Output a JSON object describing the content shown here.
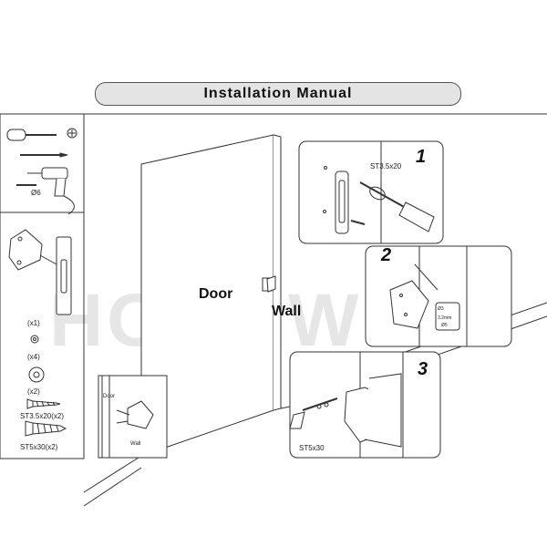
{
  "title": "Installation Manual",
  "watermark": "HOMEWINS",
  "scene": {
    "door_label": "Door",
    "wall_label": "Wall"
  },
  "tools": {
    "drill_bit_label": "Ø6"
  },
  "parts": [
    {
      "name": "latch",
      "qty": "(x1)"
    },
    {
      "name": "washer-small",
      "qty": "(x4)"
    },
    {
      "name": "washer-large",
      "qty": "(x2)"
    },
    {
      "name": "screw-st3-5x20",
      "qty": "ST3.5x20(x2)"
    },
    {
      "name": "screw-st5x30",
      "qty": "ST5x30(x2)"
    }
  ],
  "steps": [
    {
      "number": "1",
      "screw_label": "ST3.5x20"
    },
    {
      "number": "2",
      "dims": [
        "Ø3",
        "3.2mm",
        "Ø5"
      ]
    },
    {
      "number": "3",
      "screw_label": "ST5x30"
    }
  ],
  "inset": {
    "door_label": "Door",
    "wall_label": "Wall"
  }
}
